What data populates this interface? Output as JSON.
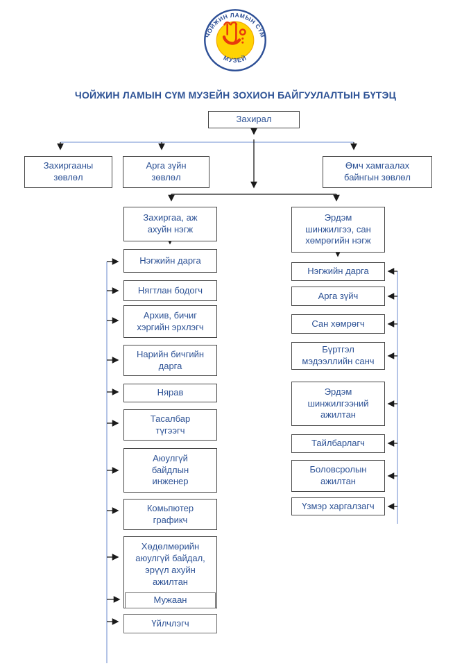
{
  "title": "ЧОЙЖИН ЛАМЫН СҮМ МУЗЕЙН ЗОХИОН БАЙГУУЛАЛТЫН БҮТЭЦ",
  "logo": {
    "top_text": "ЧОЙЖИН ЛАМЫН СҮМ",
    "bottom_text": "МУЗЕЙ",
    "ring_color": "#2d4f96",
    "disc_color": "#ffd302",
    "symbol_color": "#e8390c"
  },
  "colors": {
    "text_blue": "#2d5295",
    "box_border": "#454545",
    "connector_blue": "#8ba4d9",
    "connector_dark": "#1a1a1a"
  },
  "org": {
    "director": "Захирал",
    "councils": [
      {
        "label": "Захиргааны\nзөвлөл"
      },
      {
        "label": "Арга зүйн\nзөвлөл"
      },
      {
        "label": "Өмч хамгаалах\nбайнгын  зөвлөл"
      }
    ],
    "units": [
      {
        "label": "Захиргаа, аж\nахуйн нэгж",
        "positions": [
          "Нэгжийн дарга",
          "Нягтлан бодогч",
          "Архив, бичиг\nхэргийн эрхлэгч",
          "Нарийн бичгийн\nдарга",
          "Нярав",
          "Тасалбар\nтүгээгч",
          "Аюулгүй\nбайдлын\nинженер",
          "Комьпютер\nграфикч",
          "Хөдөлмөрийн\nаюулгүй байдал,\nэрүүл ахуйн\nажилтан",
          "Мужаан",
          "Үйлчлэгч"
        ]
      },
      {
        "label": "Эрдэм\nшинжилгээ, сан\nхөмрөгийн нэгж",
        "positions": [
          "Нэгжийн дарга",
          "Арга зүйч",
          "Сан хөмрөгч",
          "Бүртгэл\nмэдээллийн санч",
          "Эрдэм\nшинжилгээний\nажилтан",
          "Тайлбарлагч",
          "Боловсролын\nажилтан",
          "Үзмэр харгалзагч"
        ]
      }
    ]
  }
}
